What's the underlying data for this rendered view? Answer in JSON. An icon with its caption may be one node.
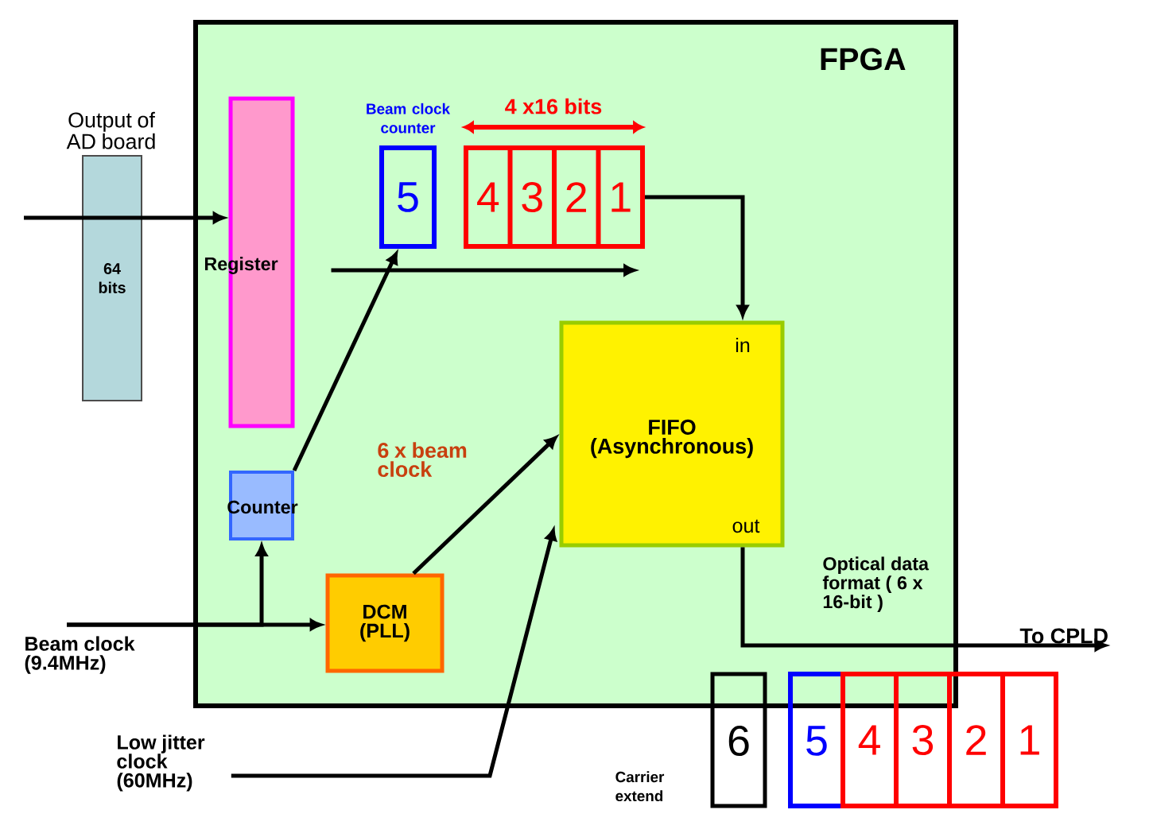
{
  "diagram": {
    "nodes": [
      {
        "text": [
          "FPGA"
        ]
      },
      {
        "text": [
          "64 bits"
        ],
        "beside": [
          "Output of AD board"
        ]
      },
      {
        "text": [
          "Register"
        ],
        "in": 0
      },
      {
        "text": [
          "5"
        ],
        "beside": [
          "Beam clock counter"
        ],
        "in": 0
      },
      {
        "text": [
          "4",
          "3",
          "2",
          "1"
        ],
        "in": 0
      },
      {
        "text": [
          "in",
          "FIFO (Asynchronous)",
          "out"
        ],
        "in": 0
      },
      {
        "text": [
          "Counter"
        ],
        "in": 0
      },
      {
        "text": [
          "DCM (PLL)"
        ],
        "in": 0
      },
      {
        "text": [
          "6"
        ],
        "beside": [
          "Carrier extend"
        ]
      },
      {
        "text": [
          "5"
        ]
      },
      {
        "text": [
          "4",
          "3",
          "2",
          "1"
        ]
      },
      {
        "text": [
          "Beam clock (9.4MHz)"
        ]
      },
      {
        "text": [
          "Low jitter clock (60MHz)"
        ]
      },
      {
        "text": [
          "To CPLD"
        ]
      }
    ],
    "edges": [
      {
        "from": null,
        "to": 2,
        "arrow": "to"
      },
      {
        "from": 11,
        "to": 7,
        "arrow": "to"
      },
      {
        "from": 11,
        "to": 6,
        "arrow": "to"
      },
      {
        "from": 6,
        "to": 3,
        "arrow": "to"
      },
      {
        "from": 7,
        "to": 5,
        "arrow": "to",
        "label": "6 x beam clock"
      },
      {
        "from": 12,
        "to": 5,
        "arrow": "to"
      },
      {
        "from": 2,
        "to": null,
        "arrow": "to"
      },
      {
        "from": 4,
        "to": 5,
        "arrow": "to"
      },
      {
        "from": 5,
        "to": 13,
        "arrow": "to"
      }
    ],
    "labels": [
      "4 x16 bits",
      "Optical data format ( 6 x 16-bit )"
    ]
  }
}
